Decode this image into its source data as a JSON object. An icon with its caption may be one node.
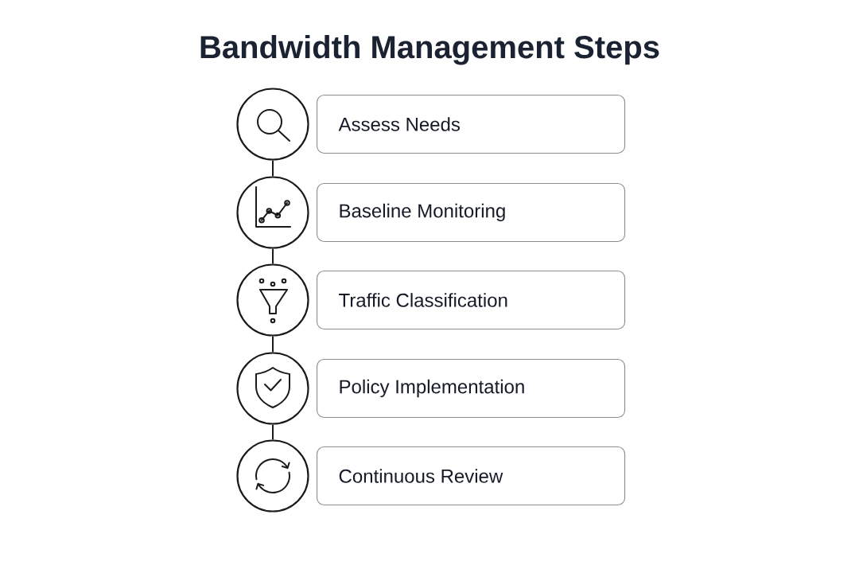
{
  "diagram": {
    "title": "Bandwidth Management Steps",
    "nodes": [
      {
        "text": [],
        "shape": "circle"
      },
      {
        "text": [
          "Assess Needs"
        ]
      },
      {
        "text": [],
        "shape": "circle"
      },
      {
        "text": [
          "Baseline Monitoring"
        ]
      },
      {
        "text": [],
        "shape": "circle"
      },
      {
        "text": [
          "Traffic Classification"
        ]
      },
      {
        "text": [],
        "shape": "circle"
      },
      {
        "text": [
          "Policy Implementation"
        ]
      },
      {
        "text": [],
        "shape": "circle"
      },
      {
        "text": [
          "Continuous Review"
        ]
      }
    ],
    "edges": [
      {
        "from": 0,
        "to": 2,
        "arrow": "none"
      },
      {
        "from": 2,
        "to": 4,
        "arrow": "none"
      },
      {
        "from": 4,
        "to": 6,
        "arrow": "none"
      },
      {
        "from": 6,
        "to": 8,
        "arrow": "none"
      }
    ]
  }
}
